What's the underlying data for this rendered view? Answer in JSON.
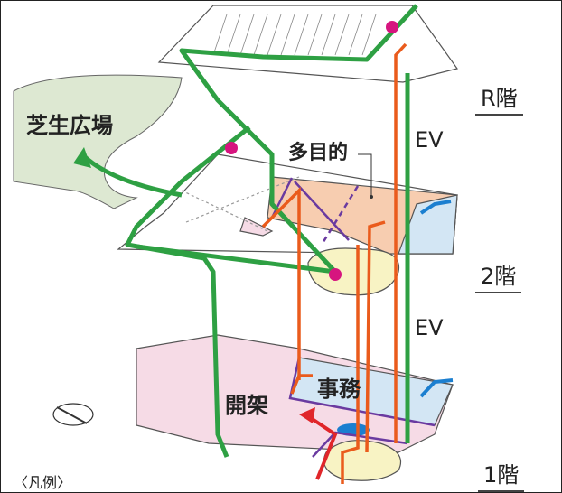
{
  "labels": {
    "lawn_plaza": "芝生広場",
    "multipurpose": "多目的",
    "ev_upper": "EV",
    "ev_lower": "EV",
    "open_stacks": "開架",
    "office": "事務",
    "legend": "〈凡例〉"
  },
  "floors": {
    "roof": "R階",
    "second": "2階",
    "first": "1階"
  },
  "colors": {
    "green_route": "#2ea043",
    "orange_route": "#ea5b1c",
    "red_route": "#e0262a",
    "blue_entry": "#1b7fd0",
    "purple_line": "#6a3aa0",
    "node": "#d6157f",
    "lawn": "#dde8d2",
    "multipurpose_area": "#f7cdb0",
    "office_area": "#d3e6f4",
    "stacks_area": "#f6dbe6",
    "yellow_area": "#f8f3c4"
  }
}
